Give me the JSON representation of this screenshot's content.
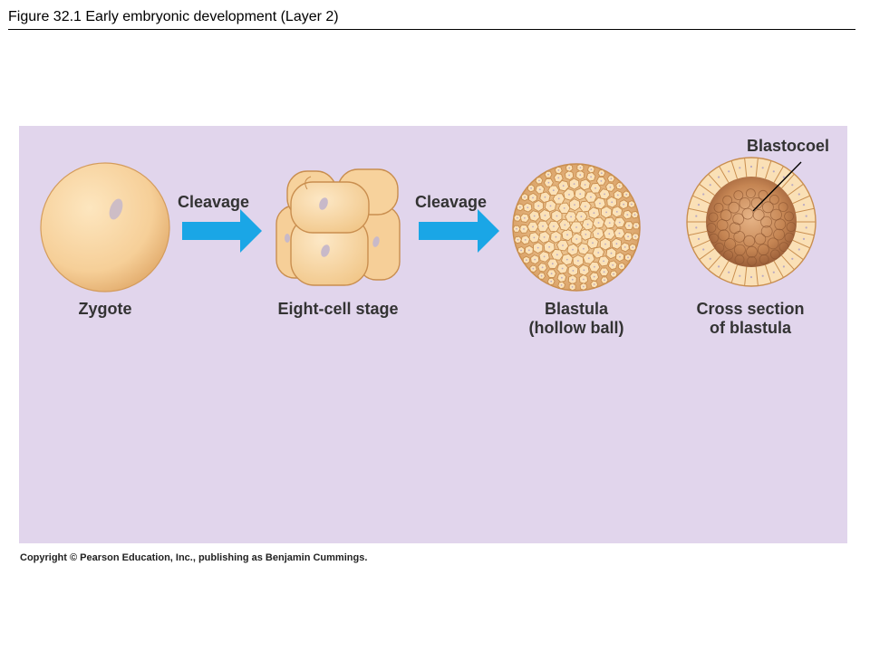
{
  "header": {
    "title": "Figure 32.1  Early embryonic development (Layer 2)"
  },
  "diagram": {
    "stages": {
      "zygote": "Zygote",
      "eight_cell": "Eight-cell stage",
      "blastula_line1": "Blastula",
      "blastula_line2": "(hollow ball)",
      "cross_section_line1": "Cross section",
      "cross_section_line2": "of blastula"
    },
    "arrows": {
      "first": "Cleavage",
      "second": "Cleavage"
    },
    "callout": "Blastocoel",
    "colors": {
      "panel": "#e1d5ec",
      "cell_fill": "#f6cf98",
      "cell_light": "#fbe2b8",
      "cell_edge": "#c98e4f",
      "arrow": "#1aa6e6",
      "cavity": "#b87748"
    }
  },
  "footer": {
    "copyright": "Copyright © Pearson Education, Inc., publishing as Benjamin Cummings."
  }
}
